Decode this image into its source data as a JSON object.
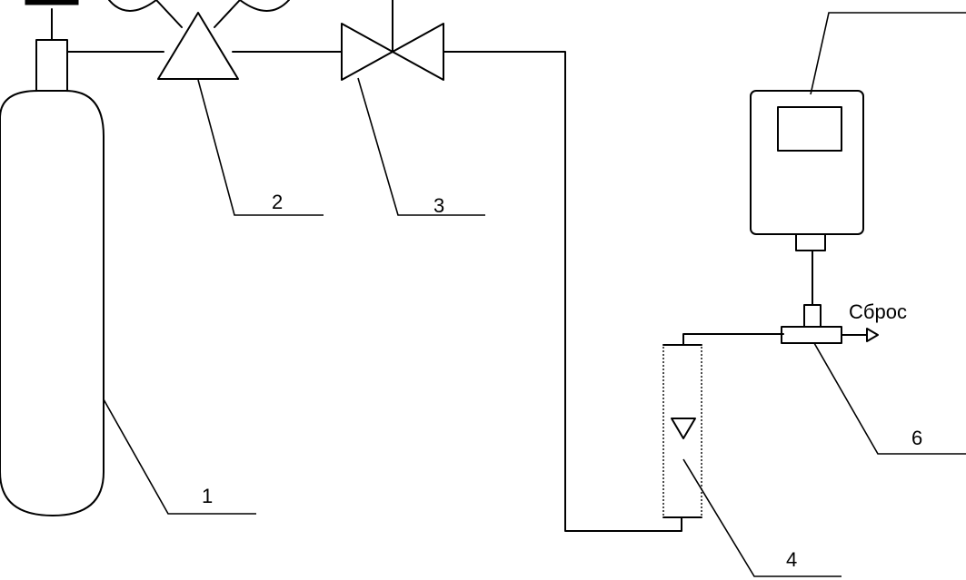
{
  "labels": {
    "cylinder": "1",
    "reducer": "2",
    "valve": "3",
    "rotameter": "4",
    "tee": "6"
  },
  "outlet_label": "Сброс",
  "colors": {
    "line": "#000000",
    "background": "#ffffff"
  }
}
